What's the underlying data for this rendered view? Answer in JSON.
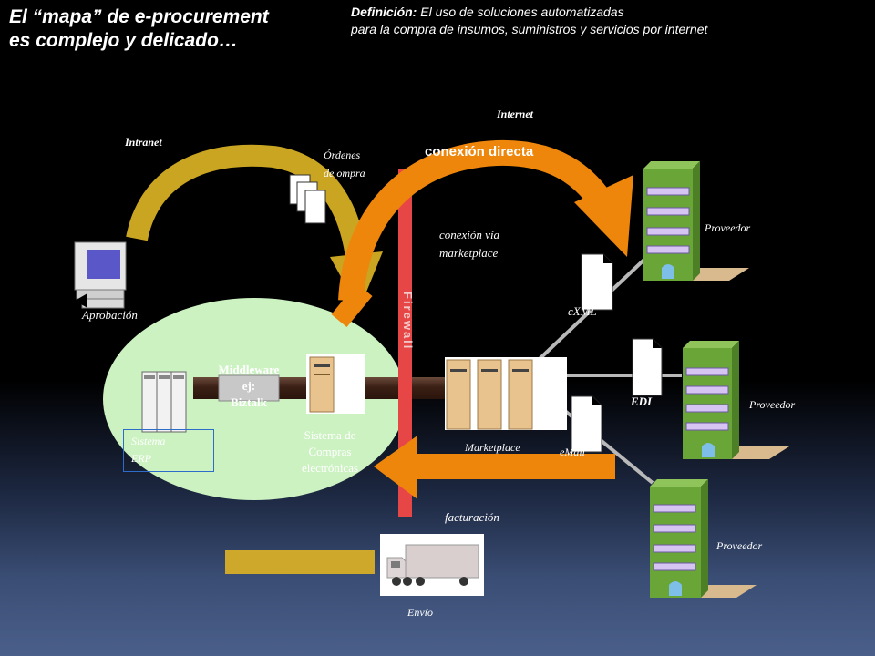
{
  "title_line1": "El “mapa” de e-procurement",
  "title_line2": "es complejo y delicado…",
  "definition": {
    "term": "Definición:",
    "line1": "El uso de soluciones automatizadas",
    "line2": "para la compra de insumos, suministros y servicios por internet"
  },
  "labels": {
    "internet": "Internet",
    "intranet": "Intranet",
    "ordenes_1": "Órdenes",
    "ordenes_2": "de ompra",
    "conexion_directa": "conexión directa",
    "conexion_via_1": "conexión vía",
    "conexion_via_2": "marketplace",
    "proveedor_1": "Proveedor",
    "proveedor_2": "Proveedor",
    "proveedor_3": "Proveedor",
    "aprobacion": "Aprobación",
    "cxml": "cXML",
    "firewall": "Firewall",
    "edi": "EDI",
    "middleware_1": "Middleware",
    "middleware_2": "ej:",
    "middleware_3": "Biztalk",
    "sistema_erp_1": "Sistema",
    "sistema_erp_2": "ERP",
    "sistema_compras_1": "Sistema de",
    "sistema_compras_2": "Compras",
    "sistema_compras_3": "electrónicas",
    "marketplace": "Marketplace",
    "email": "eMail",
    "facturacion": "facturación",
    "envio": "Envío"
  },
  "colors": {
    "arrow_gold": "#c9a522",
    "arrow_orange": "#ee860b",
    "building_green": "#6aa537",
    "firewall_red": "#e64646",
    "ellipse_green": "#ccf2c2"
  }
}
